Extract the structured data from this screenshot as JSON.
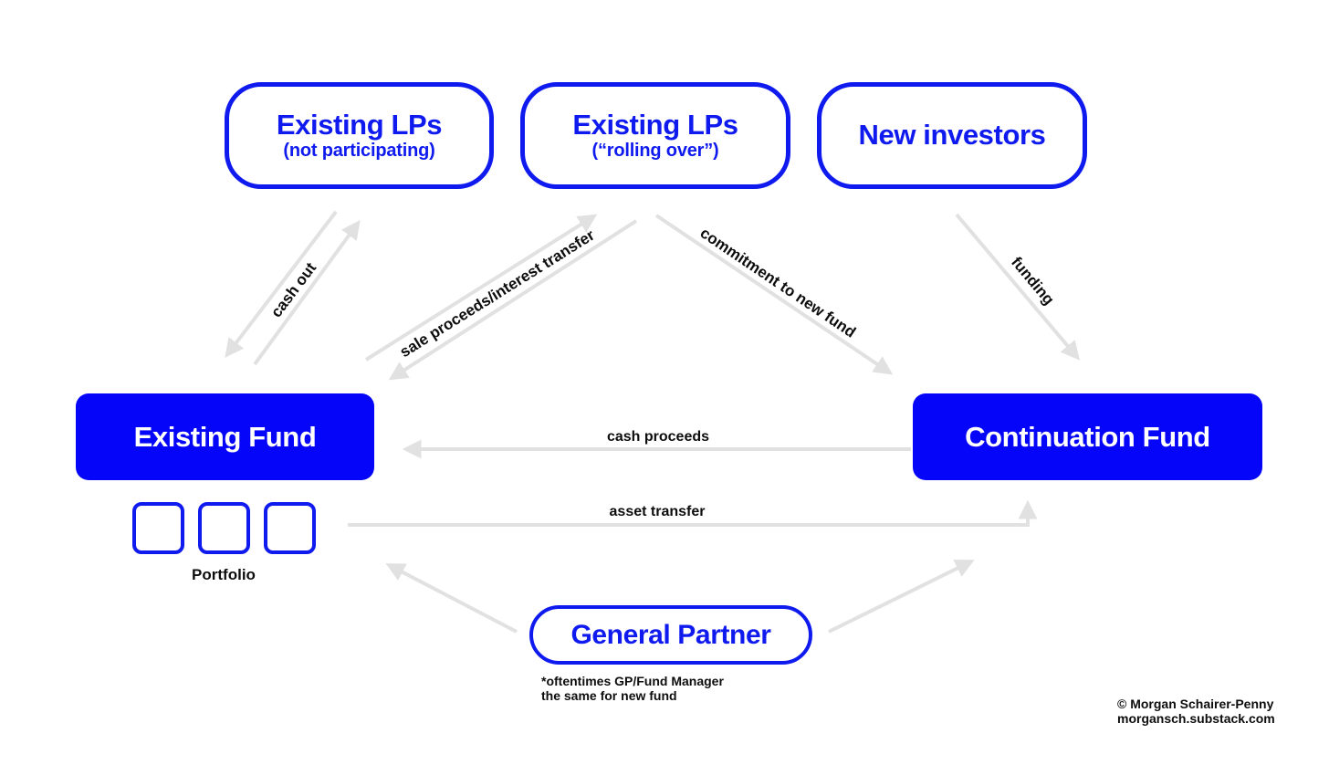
{
  "colors": {
    "brand_blue": "#0f1aef",
    "fill_blue": "#0505fa",
    "arrow_gray": "#e1e1e1",
    "label_black": "#0d0d0d"
  },
  "nodes": {
    "existing_lps_not_participating": {
      "title": "Existing LPs",
      "subtitle": "(not participating)"
    },
    "existing_lps_rolling_over": {
      "title": "Existing LPs",
      "subtitle": "(“rolling over”)"
    },
    "new_investors": {
      "title": "New investors"
    },
    "existing_fund": {
      "title": "Existing Fund"
    },
    "continuation_fund": {
      "title": "Continuation Fund"
    },
    "portfolio": {
      "label": "Portfolio",
      "square_count": 3
    },
    "general_partner": {
      "title": "General Partner",
      "footnote_line1": "*oftentimes GP/Fund Manager",
      "footnote_line2": "the same for new fund"
    }
  },
  "edges": {
    "cash_out": {
      "label": "cash out",
      "between": [
        "existing_fund",
        "existing_lps_not_participating"
      ],
      "direction": "both"
    },
    "sale_proceeds_interest_transfer": {
      "label": "sale proceeds/interest transfer",
      "between": [
        "existing_fund",
        "existing_lps_rolling_over"
      ],
      "direction": "both"
    },
    "commitment_to_new_fund": {
      "label": "commitment to new fund",
      "from": "existing_lps_rolling_over",
      "to": "continuation_fund"
    },
    "funding": {
      "label": "funding",
      "from": "new_investors",
      "to": "continuation_fund"
    },
    "cash_proceeds": {
      "label": "cash proceeds",
      "from": "continuation_fund",
      "to": "existing_fund"
    },
    "asset_transfer": {
      "label": "asset transfer",
      "from": "existing_fund",
      "to": "continuation_fund"
    },
    "gp_to_existing_fund": {
      "from": "general_partner",
      "to": "existing_fund"
    },
    "gp_to_continuation_fund": {
      "from": "general_partner",
      "to": "continuation_fund"
    }
  },
  "credit": {
    "line1": "© Morgan Schairer-Penny",
    "line2": "morgansch.substack.com"
  }
}
